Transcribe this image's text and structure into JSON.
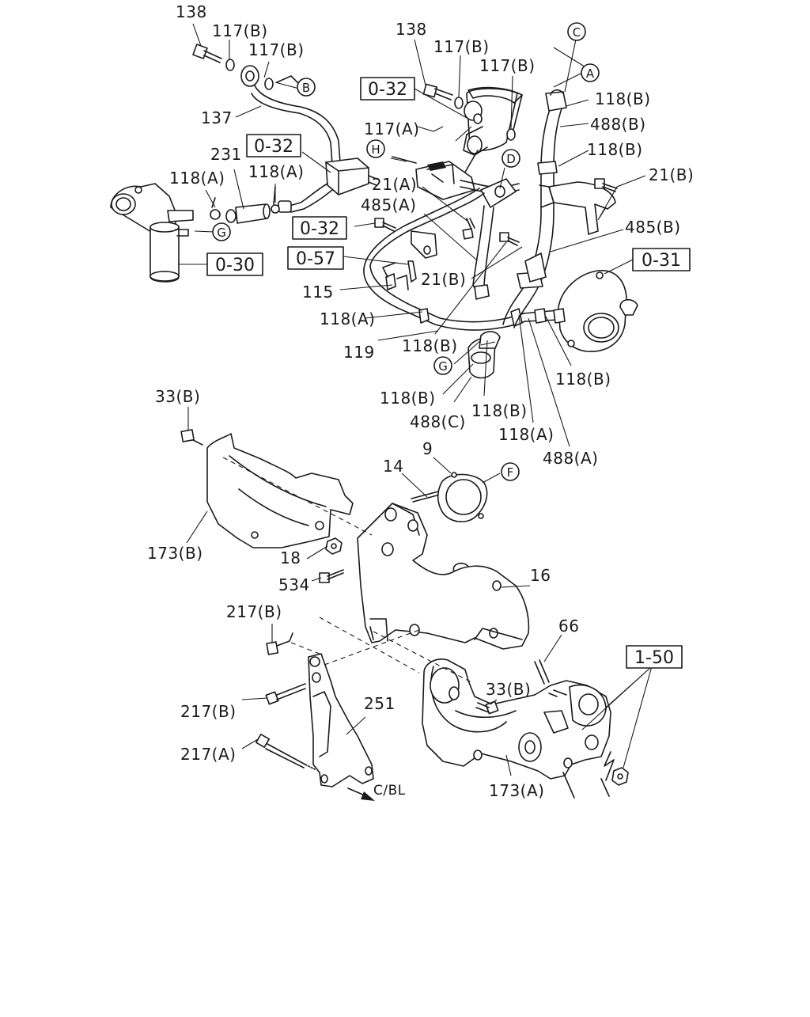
{
  "labels": {
    "l138a": "138",
    "l117b_1": "117(B)",
    "l117b_2": "117(B)",
    "l137": "137",
    "l231": "231",
    "l118a_1": "118(A)",
    "l118a_2": "118(A)",
    "l138b": "138",
    "l117b_3": "117(B)",
    "l117b_4": "117(B)",
    "l117a": "117(A)",
    "l21a": "21(A)",
    "l485a": "485(A)",
    "l115": "115",
    "l118a_3": "118(A)",
    "l119": "119",
    "l21b_1": "21(B)",
    "l118b_1": "118(B)",
    "l118b_2": "118(B)",
    "l488c": "488(C)",
    "l118b_3": "118(B)",
    "l118a_4": "118(A)",
    "l488a": "488(A)",
    "l118b_4": "118(B)",
    "l488b": "488(B)",
    "l118b_5": "118(B)",
    "l118b_6": "118(B)",
    "l21b_2": "21(B)",
    "l485b": "485(B)",
    "l33b_1": "33(B)",
    "l173b": "173(B)",
    "l14": "14",
    "l9": "9",
    "l18": "18",
    "l534": "534",
    "l16": "16",
    "l217b_1": "217(B)",
    "l217b_2": "217(B)",
    "l217a": "217(A)",
    "l251": "251",
    "l66": "66",
    "l33b_2": "33(B)",
    "l173a": "173(A)",
    "lcbl": "C/BL"
  },
  "boxes": {
    "b032_1": "0-32",
    "b032_2": "0-32",
    "b032_3": "0-32",
    "b030": "0-30",
    "b057": "0-57",
    "b031": "0-31",
    "b150": "1-50"
  },
  "callouts": {
    "cB": "B",
    "cC": "C",
    "cA": "A",
    "cH": "H",
    "cD": "D",
    "cG1": "G",
    "cG2": "G",
    "cF": "F"
  }
}
